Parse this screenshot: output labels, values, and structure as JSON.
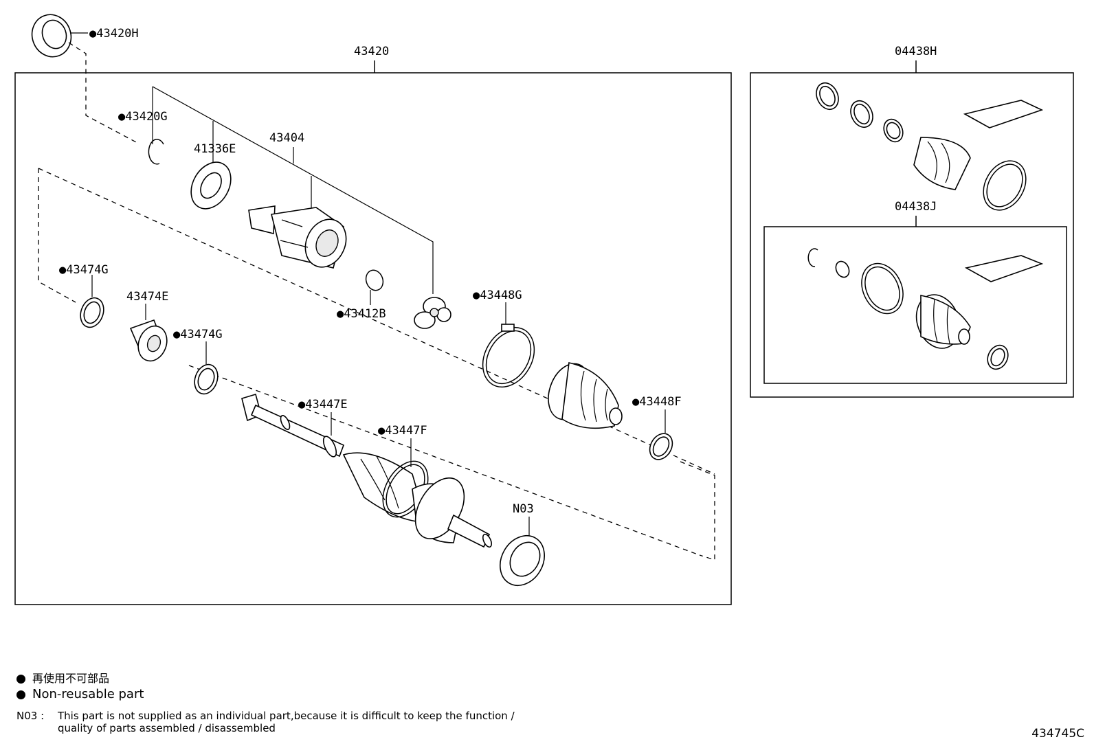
{
  "parts": {
    "p43420H": "●43420H",
    "p43420": "43420",
    "p43420G": "●43420G",
    "p41336E": "41336E",
    "p43404": "43404",
    "p43474G_a": "●43474G",
    "p43474E": "43474E",
    "p43474G_b": "●43474G",
    "p43412B": "●43412B",
    "p43448G": "●43448G",
    "p43447E": "●43447E",
    "p43447F": "●43447F",
    "p43448F": "●43448F",
    "pN03": "N03",
    "p04438H": "04438H",
    "p04438J": "04438J"
  },
  "legend": {
    "jp": "再使用不可部品",
    "en": "Non-reusable part"
  },
  "note": {
    "code": "N03 :",
    "line1": "This part is not supplied as an individual part,because it is difficult to keep the function /",
    "line2": "quality of parts assembled / disassembled"
  },
  "figure_number": "434745C"
}
